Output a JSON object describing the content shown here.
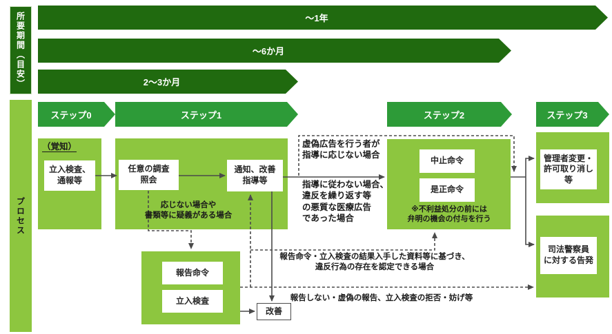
{
  "colors": {
    "dark_green": "#206a0f",
    "mid_green": "#2d9b38",
    "light_green": "#8dc63f",
    "line_gray": "#4a4a4a"
  },
  "sidebar": {
    "duration": "所要期間（目安）",
    "process": "プロセス"
  },
  "timeline_arrows": [
    {
      "label": "～1年"
    },
    {
      "label": "～6か月"
    },
    {
      "label": "2～3か月"
    }
  ],
  "step_arrows": [
    {
      "label": "ステップ0"
    },
    {
      "label": "ステップ1"
    },
    {
      "label": "ステップ2"
    },
    {
      "label": "ステップ3"
    }
  ],
  "boxes": {
    "awareness": "（覚知）",
    "onsite_inspection_report": "立入検査、\n通報等",
    "voluntary_inquiry": "任意の調査\n照会",
    "notice_guidance": "通知、改善\n指導等",
    "suspension_order": "中止命令",
    "correction_order": "是正命令",
    "manager_change": "管理者変更・\n許可取り消し\n等",
    "judicial_accusation": "司法警察員\nに対する告発",
    "report_order": "報告命令",
    "onsite_inspection": "立入検査",
    "improvement": "改善"
  },
  "annotations": {
    "no_response_doubt": "応じない場合や\n書類等に疑義がある場合",
    "false_ad_no_response": "虚偽広告を行う者が\n指導に応じない場合",
    "non_compliance": "指導に従わない場合、\n違反を繰り返す等\nの悪質な医療広告\nであった場合",
    "disadvantage_note": "※不利益処分の前には\n弁明の機会の付与を行う",
    "report_result": "報告命令・立入検査の結果入手した資料等に基づき、\n違反行為の存在を認定できる場合",
    "no_report": "報告しない・虚偽の報告、立入検査の拒否・妨げ等"
  }
}
